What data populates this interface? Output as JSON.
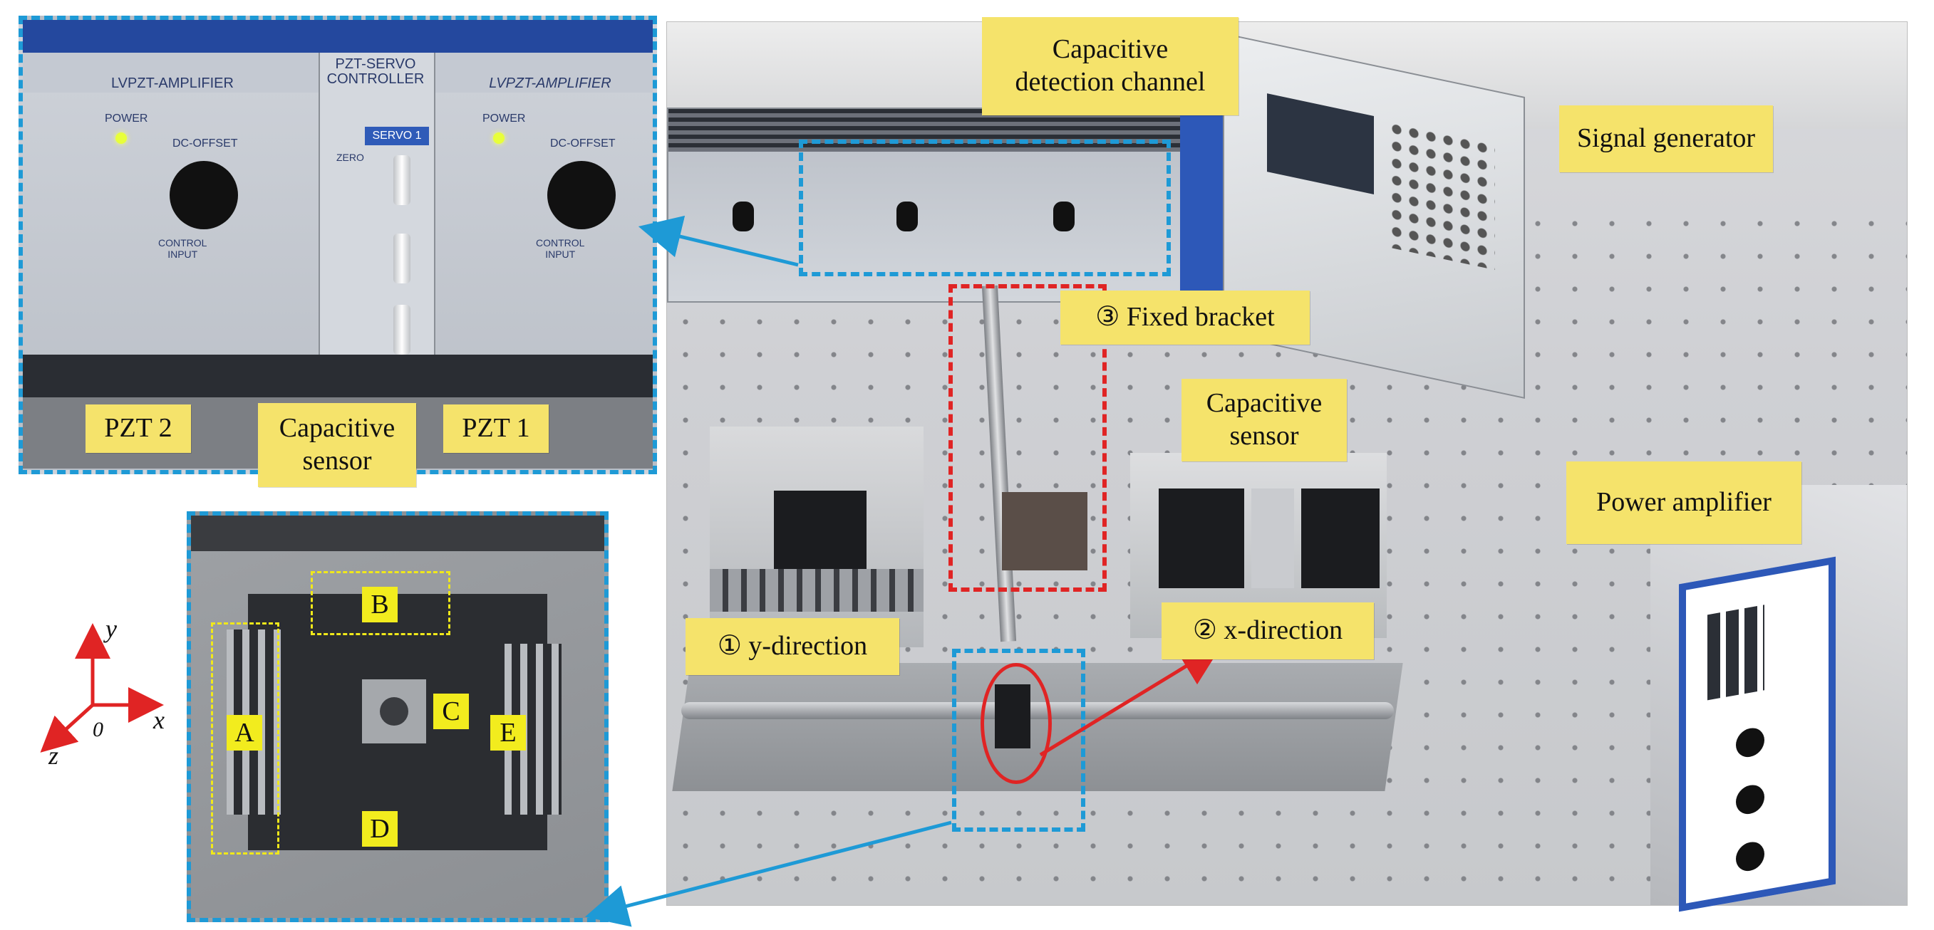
{
  "labels": {
    "capacitive_detection_channel": "Capacitive\ndetection channel",
    "signal_generator": "Signal generator",
    "fixed_bracket": "③ Fixed bracket",
    "capacitive_sensor_right": "Capacitive\nsensor",
    "power_amplifier": "Power amplifier",
    "y_direction": "① y-direction",
    "x_direction": "② x-direction",
    "pzt2": "PZT 2",
    "capacitive_sensor_inset": "Capacitive\nsensor",
    "pzt1": "PZT 1"
  },
  "stage_labels": [
    "A",
    "B",
    "C",
    "D",
    "E"
  ],
  "axes": {
    "y": "y",
    "x": "x",
    "z": "z",
    "origin": "0"
  },
  "inset_panel": {
    "left_module": "LVPZT-AMPLIFIER",
    "middle_module": "PZT-SERVO\nCONTROLLER",
    "right_module": "LVPZT-AMPLIFIER",
    "power": "POWER",
    "dc_offset": "DC-OFFSET",
    "servo1": "SERVO 1",
    "zero": "ZERO",
    "control_input": "CONTROL\nINPUT"
  },
  "colors": {
    "label_bg": "#f5e36b",
    "stage_label_bg": "#f2ec1e",
    "blue_dash": "#1e9ad6",
    "red_dash": "#e02424"
  }
}
